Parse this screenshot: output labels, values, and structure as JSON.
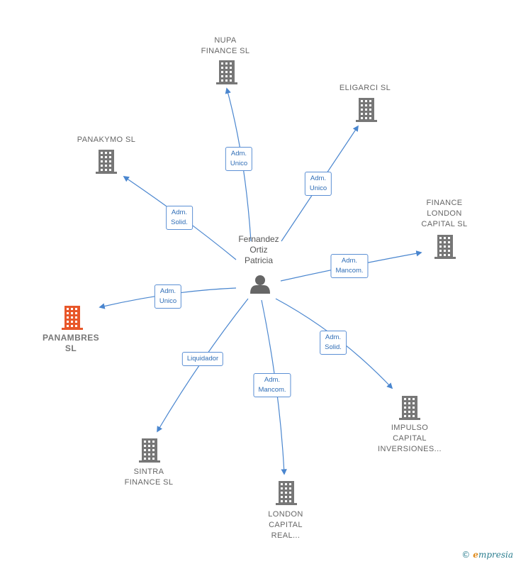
{
  "colors": {
    "edge": "#4a86cf",
    "building": "#777777",
    "building_highlight": "#e8572a",
    "person": "#666666",
    "role_border": "#5b8fd4",
    "role_text": "#2f6db6"
  },
  "center": {
    "name": "Fernandez\nOrtiz\nPatricia",
    "icon": "person-icon"
  },
  "companies": [
    {
      "id": "nupa",
      "name": "NUPA\nFINANCE  SL",
      "icon": "building-icon",
      "highlight": false
    },
    {
      "id": "eligarci",
      "name": "ELIGARCI  SL",
      "icon": "building-icon",
      "highlight": false
    },
    {
      "id": "panakymo",
      "name": "PANAKYMO  SL",
      "icon": "building-icon",
      "highlight": false
    },
    {
      "id": "finance-london",
      "name": "FINANCE\nLONDON\nCAPITAL  SL",
      "icon": "building-icon",
      "highlight": false
    },
    {
      "id": "panambres",
      "name": "PANAMBRES\nSL",
      "icon": "building-icon",
      "highlight": true
    },
    {
      "id": "impulso",
      "name": "IMPULSO\nCAPITAL\nINVERSIONES...",
      "icon": "building-icon",
      "highlight": false
    },
    {
      "id": "sintra",
      "name": "SINTRA\nFINANCE SL",
      "icon": "building-icon",
      "highlight": false
    },
    {
      "id": "london-capital",
      "name": "LONDON\nCAPITAL\nREAL...",
      "icon": "building-icon",
      "highlight": false
    }
  ],
  "relations": [
    {
      "target": "nupa",
      "role": "Adm.\nUnico"
    },
    {
      "target": "eligarci",
      "role": "Adm.\nUnico"
    },
    {
      "target": "panakymo",
      "role": "Adm.\nSolid."
    },
    {
      "target": "finance-london",
      "role": "Adm.\nMancom."
    },
    {
      "target": "panambres",
      "role": "Adm.\nUnico"
    },
    {
      "target": "impulso",
      "role": "Adm.\nSolid."
    },
    {
      "target": "sintra",
      "role": "Liquidador"
    },
    {
      "target": "london-capital",
      "role": "Adm.\nMancom."
    }
  ],
  "watermark": {
    "symbol": "©",
    "brand_initial": "e",
    "brand_rest": "mpresia"
  }
}
